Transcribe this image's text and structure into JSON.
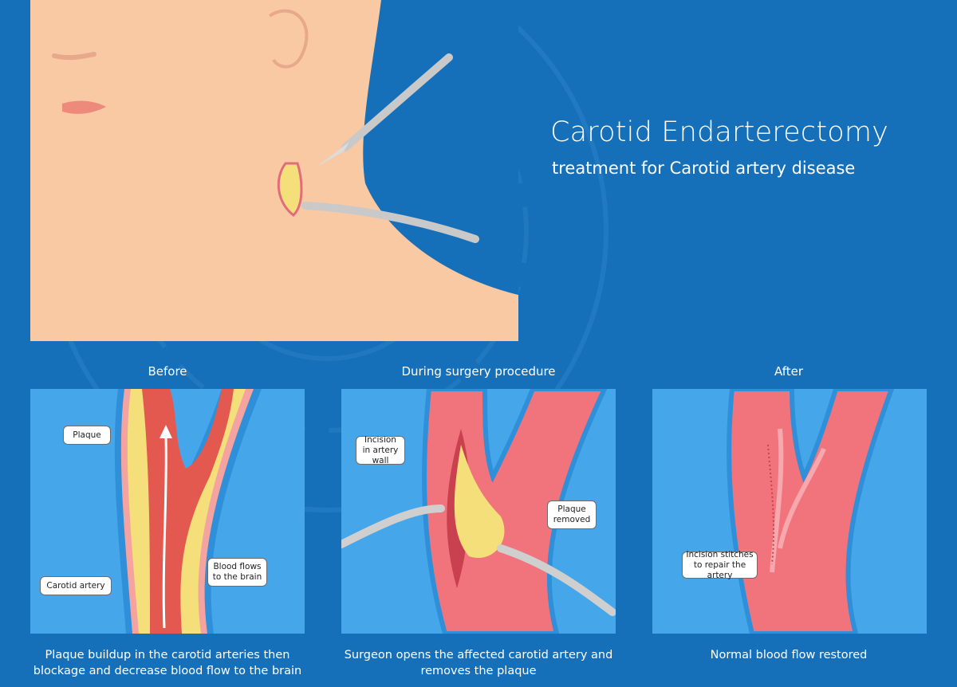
{
  "title": "Carotid Endarterectomy",
  "subtitle": "treatment for Carotid artery disease",
  "panels": [
    {
      "heading": "Before",
      "caption_line1": "Plaque buildup in the carotid arteries then",
      "caption_line2": "blockage and decrease blood flow to the brain",
      "labels": [
        "Plaque",
        "Carotid artery",
        "Blood flows to the brain"
      ]
    },
    {
      "heading": "During surgery procedure",
      "caption_line1": "Surgeon opens the affected carotid artery and",
      "caption_line2": "removes the plaque",
      "labels": [
        "Incision in artery wall",
        "Plaque removed"
      ]
    },
    {
      "heading": "After",
      "caption_line1": "Normal blood flow restored",
      "caption_line2": "",
      "labels": [
        "Incision stitches to repair the artery"
      ]
    }
  ],
  "colors": {
    "background": "#1670b9",
    "panel": "#45a6ea",
    "skin": "#f9c9a3",
    "artery": "#f1747c",
    "plaque": "#f4df7a"
  }
}
